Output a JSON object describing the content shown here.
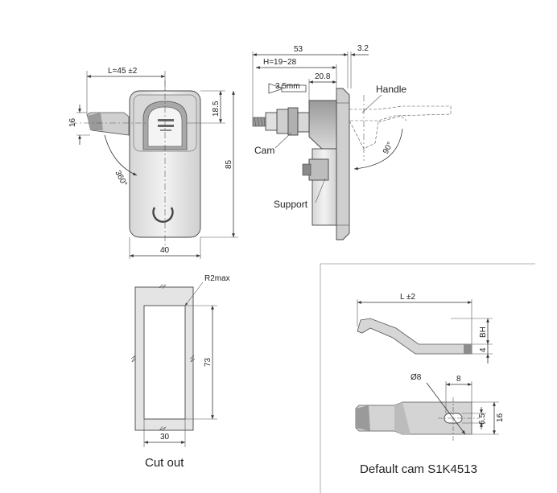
{
  "front_view": {
    "dim_length": "L=45 ±2",
    "dim_cam_height": "16",
    "dim_handle": "18.5",
    "dim_height": "85",
    "dim_width": "40",
    "dim_rotation": "360°"
  },
  "side_view": {
    "dim_total": "53",
    "dim_plate": "3.2",
    "dim_range": "H=19~28",
    "dim_body": "20.8",
    "dim_travel": "3.5mm",
    "dim_angle": "90°",
    "label_handle": "Handle",
    "label_cam": "Cam",
    "label_support": "Support"
  },
  "cutout": {
    "dim_radius": "R2max",
    "dim_height": "73",
    "dim_width": "30",
    "caption": "Cut out"
  },
  "default_cam": {
    "dim_length": "L ±2",
    "dim_bh": "BH",
    "dim_thickness": "4",
    "dim_hole": "Ø8",
    "dim_hole_offset": "8",
    "dim_slot": "6.5",
    "dim_width": "16",
    "caption": "Default cam S1K4513"
  },
  "colors": {
    "metal_light": "#e4e4e4",
    "metal_mid": "#c8c8c8",
    "metal_dark": "#8c8c8c",
    "line": "#333333"
  }
}
